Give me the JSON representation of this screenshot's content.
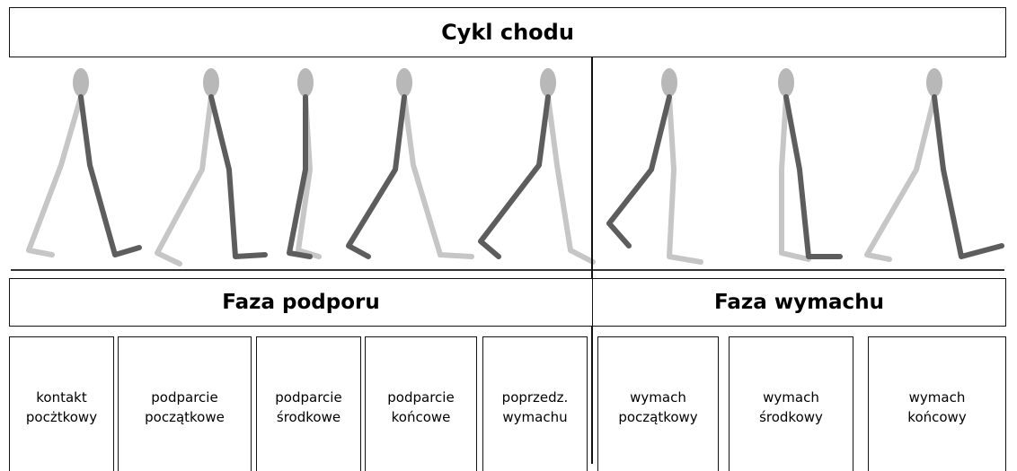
{
  "title": "Cykl chodu",
  "phases": [
    {
      "label": "Faza podporu"
    },
    {
      "label": "Faza wymachu"
    }
  ],
  "subphases": [
    {
      "label": "kontakt\npocżtkowy"
    },
    {
      "label": "podparcie\npoczątkowe"
    },
    {
      "label": "podparcie\nśrodkowe"
    },
    {
      "label": "podparcie\nkońcowe"
    },
    {
      "label": "poprzedz.\nwymachu"
    },
    {
      "label": "wymach\npoczątkowy"
    },
    {
      "label": "wymach\nśrodkowy"
    },
    {
      "label": "wymach\nkońcowy"
    }
  ],
  "figures": [
    {
      "name": "leg-skeleton-kontakt-poczatkowy",
      "pose": "heel-strike"
    },
    {
      "name": "leg-skeleton-podparcie-poczatkowe",
      "pose": "loading"
    },
    {
      "name": "leg-skeleton-podparcie-srodkowe",
      "pose": "midstance"
    },
    {
      "name": "leg-skeleton-podparcie-koncowe",
      "pose": "terminal-stance"
    },
    {
      "name": "leg-skeleton-poprzedz-wymachu",
      "pose": "pre-swing"
    },
    {
      "name": "leg-skeleton-wymach-poczatkowy",
      "pose": "initial-swing"
    },
    {
      "name": "leg-skeleton-wymach-srodkowy",
      "pose": "mid-swing"
    },
    {
      "name": "leg-skeleton-wymach-koncowy",
      "pose": "terminal-swing"
    }
  ]
}
